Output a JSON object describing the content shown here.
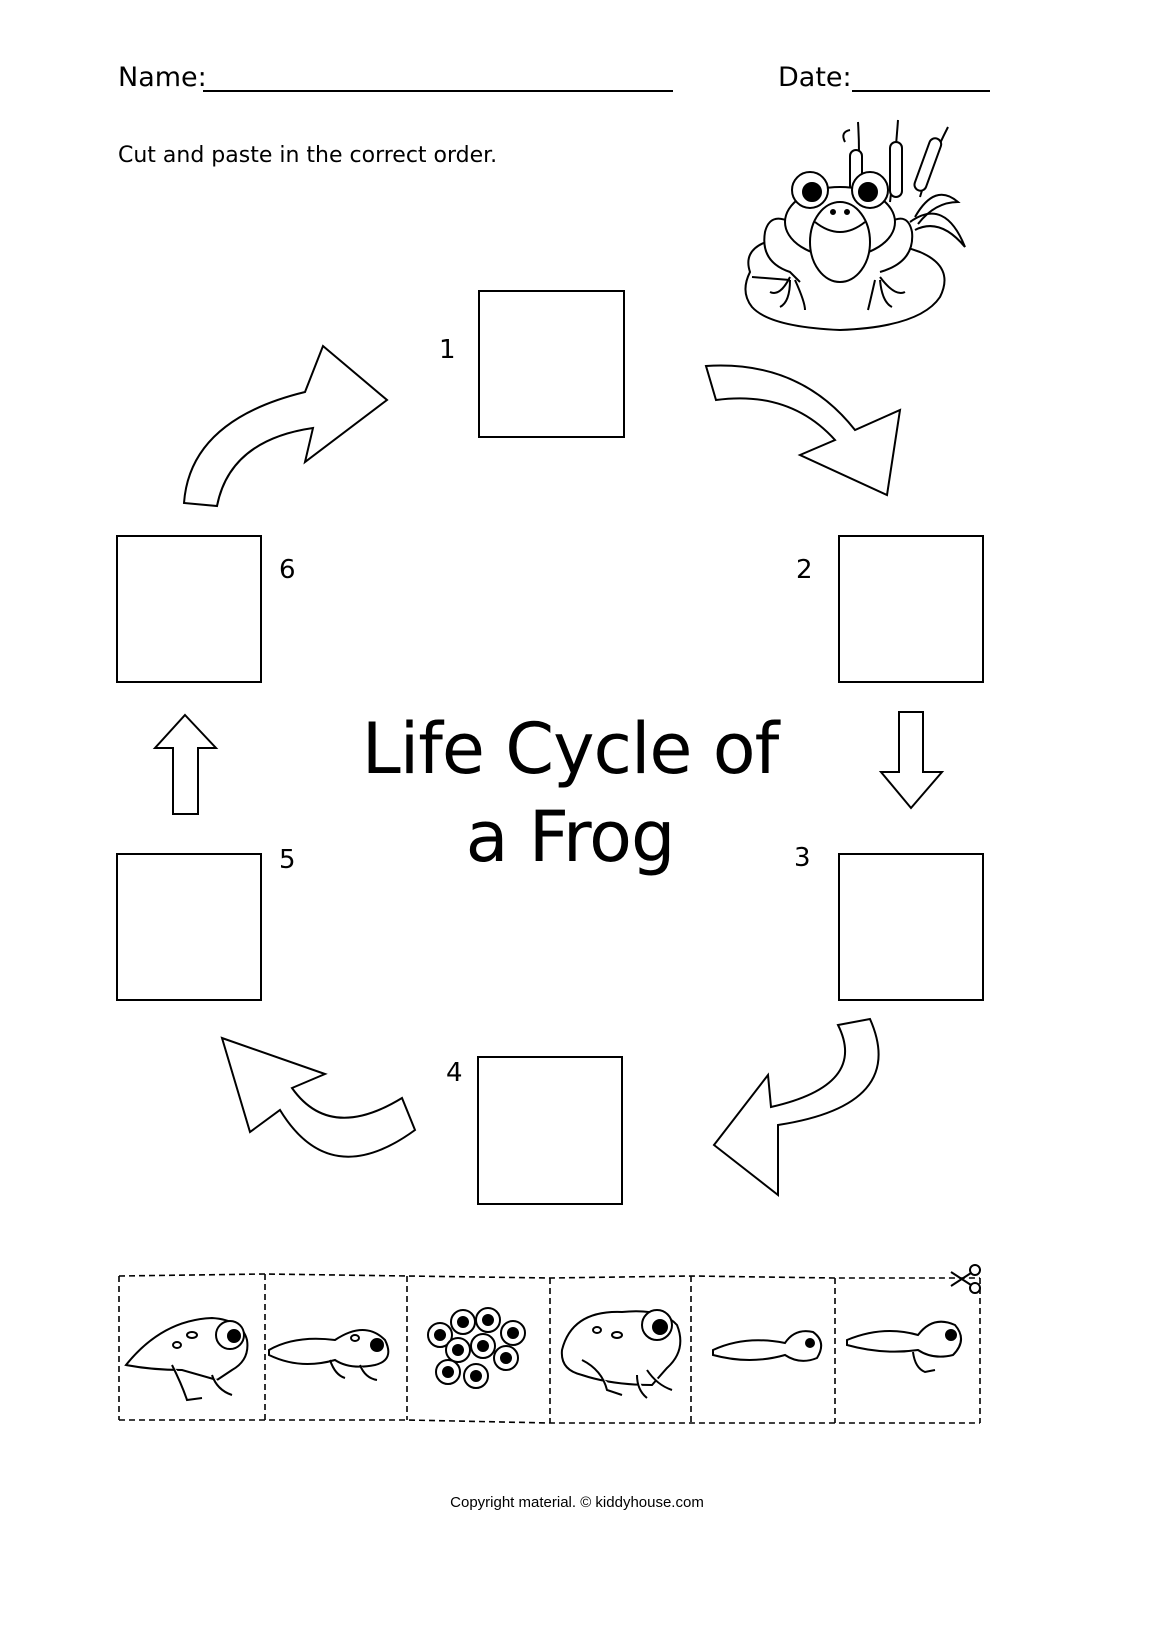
{
  "header": {
    "name_label": "Name:",
    "date_label": "Date:"
  },
  "instructions": "Cut and paste in the correct order.",
  "title": {
    "line1": "Life Cycle of",
    "line2": "a Frog"
  },
  "steps": [
    "1",
    "2",
    "3",
    "4",
    "5",
    "6"
  ],
  "cutouts": [
    {
      "icon": "froglet-icon"
    },
    {
      "icon": "tadpole-with-legs-icon"
    },
    {
      "icon": "frog-eggs-icon"
    },
    {
      "icon": "adult-frog-icon"
    },
    {
      "icon": "tadpole-icon"
    },
    {
      "icon": "tadpole-with-back-legs-icon"
    }
  ],
  "footer": {
    "copyright": "Copyright material. © kiddyhouse.com"
  }
}
